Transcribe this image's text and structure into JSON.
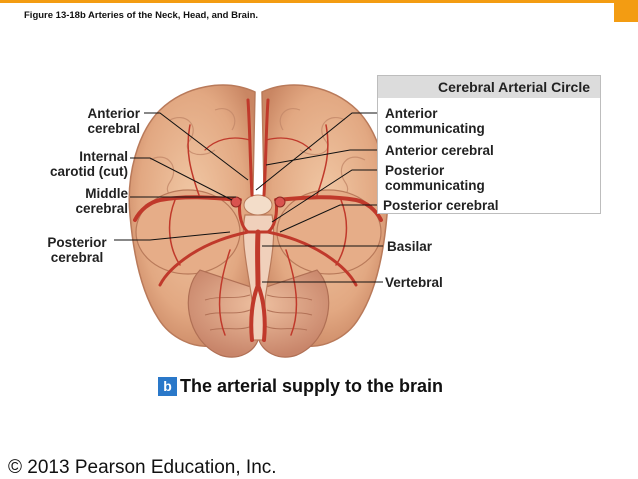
{
  "figure_title": "Figure 13-18b  Arteries of the Neck, Head, and Brain.",
  "left_labels": {
    "anterior_cerebral": [
      "Anterior",
      "cerebral"
    ],
    "internal_carotid": [
      "Internal",
      "carotid (cut)"
    ],
    "middle_cerebral": [
      "Middle",
      "cerebral"
    ],
    "posterior_cerebral": [
      "Posterior",
      "cerebral"
    ]
  },
  "circle_box": {
    "title": "Cerebral Arterial Circle",
    "items": {
      "anterior_communicating": [
        "Anterior",
        "communicating"
      ],
      "anterior_cerebral": "Anterior cerebral",
      "posterior_communicating": [
        "Posterior",
        "communicating"
      ],
      "posterior_cerebral": "Posterior cerebral"
    }
  },
  "right_labels": {
    "basilar": "Basilar",
    "vertebral": "Vertebral"
  },
  "caption": {
    "badge": "b",
    "text": "The arterial supply to the brain"
  },
  "copyright": "© 2013 Pearson Education, Inc.",
  "colors": {
    "accent_bar": "#f39c12",
    "badge": "#2a78c9",
    "brain": "#e8b693",
    "artery": "#c0392b"
  }
}
